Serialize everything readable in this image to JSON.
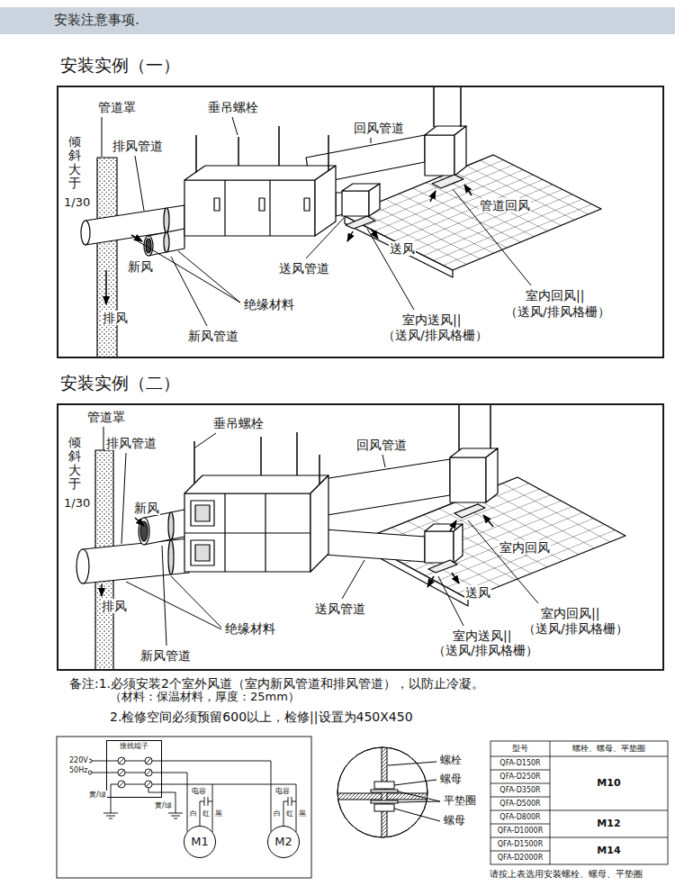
{
  "diagram": {
    "title": "安装注意事项.",
    "nodes": [
      {
        "text": [
          "安装实例（一）"
        ]
      },
      {
        "text": [
          "安装实例（二）"
        ]
      },
      {
        "text": [
          "接线端子"
        ]
      },
      {
        "text": [
          "M1"
        ]
      },
      {
        "text": [
          "M2"
        ]
      }
    ],
    "edges": [
      {
        "from": 2,
        "to": 3,
        "arrow": "none"
      },
      {
        "from": 2,
        "to": 4,
        "arrow": "none"
      }
    ],
    "labels": [
      "管道罩",
      "垂吊螺栓",
      "回风管道",
      "倾斜大于",
      "1/30",
      "排风管道",
      "管道回风",
      "送风",
      "新风",
      "送风管道",
      "绝缘材料",
      "排风",
      "室内回风||",
      "（送风/排风格栅）",
      "室内送风||",
      "（送风/排风格栅）",
      "新风管道",
      "管道罩",
      "垂吊螺栓",
      "倾斜大于",
      "1/30",
      "排风管道",
      "回风管道",
      "新风",
      "室内回风",
      "排风",
      "送风",
      "绝缘材料",
      "送风管道",
      "室内回风||",
      "（送风/排风格栅）",
      "室内送风||",
      "（送风/排风格栅）",
      "新风管道",
      "备注:1.必须安装2个室外风道（室内新风管道和排风管道），以防止冷凝。",
      "（材料：保温材料，厚度：25mm）",
      "2.检修空间必须预留600以上，检修||设置为450X450",
      "220V",
      "50Hz",
      "黄/绿",
      "黄/绿",
      "电容",
      "白",
      "红",
      "黑",
      "电容",
      "白",
      "红",
      "黑",
      "螺栓",
      "螺母",
      "平垫圈",
      "螺母",
      "型号",
      "螺栓、螺母、平垫圈",
      "QFA-D150R",
      "QFA-D250R",
      "QFA-D350R",
      "QFA-D500R",
      "QFA-D800R",
      "QFA-D1000R",
      "QFA-D1500R",
      "QFA-D2000R",
      "M10",
      "M12",
      "M14",
      "请按上表选用安装螺栓、螺母、平垫圈"
    ]
  }
}
